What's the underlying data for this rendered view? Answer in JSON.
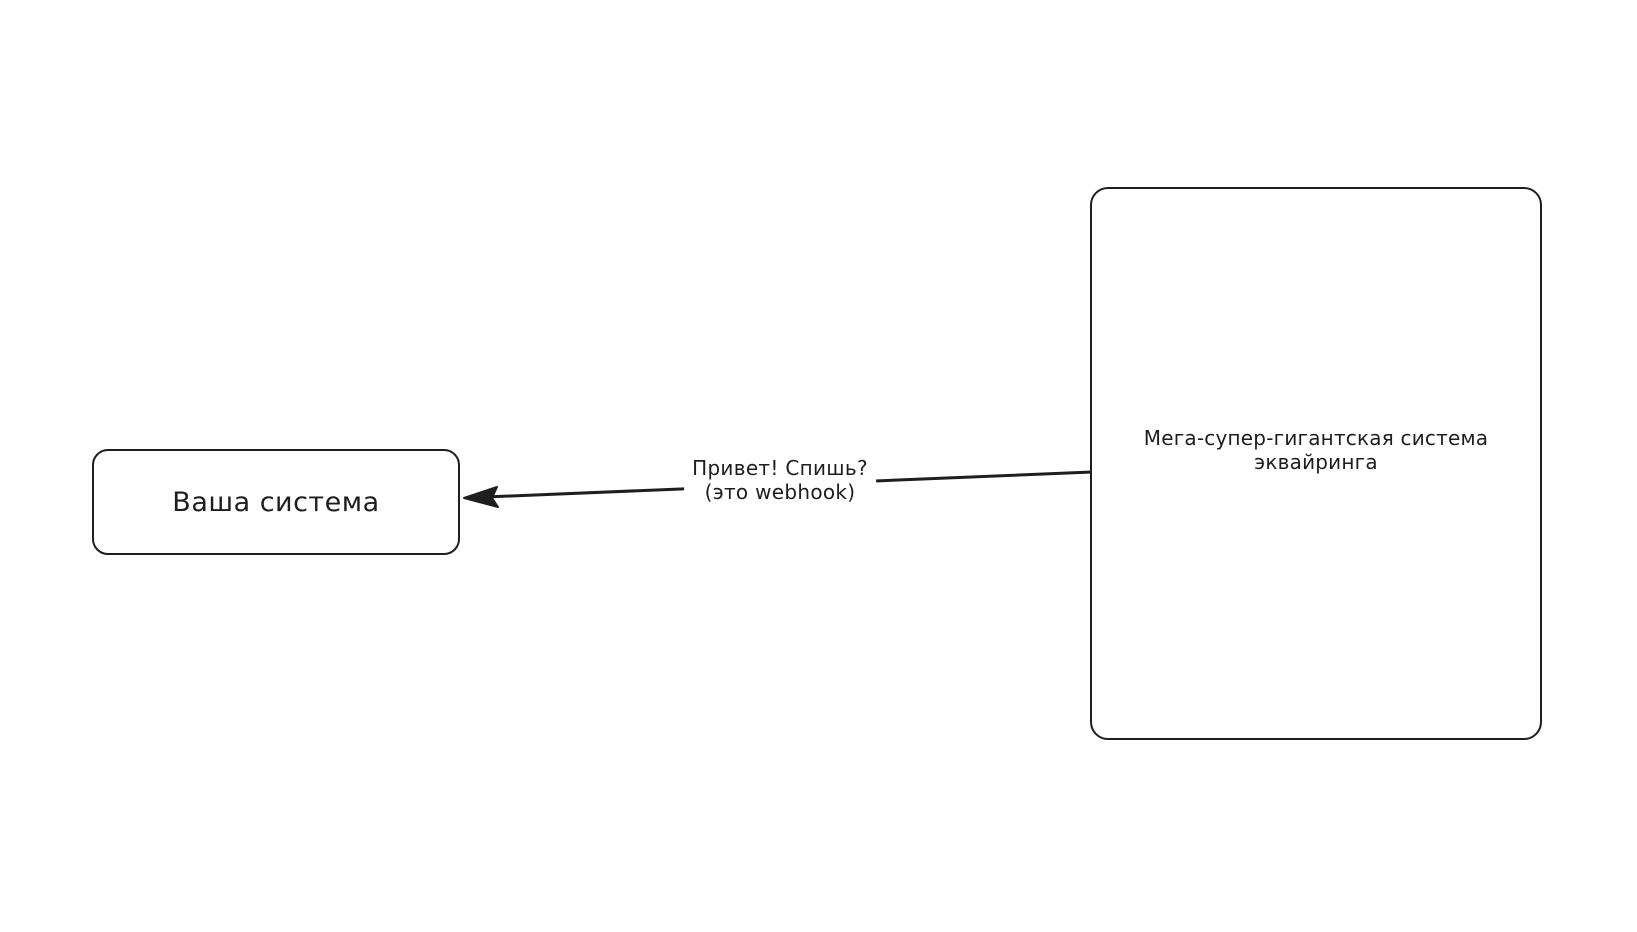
{
  "canvas": {
    "background": "#ffffff",
    "stroke_color": "#1e1e1e"
  },
  "diagram": {
    "type": "whiteboard-sketch",
    "nodes": [
      {
        "id": "your-system",
        "label": "Ваша система"
      },
      {
        "id": "acquiring-system",
        "label": "Мега-супер-гигантская система эквайринга"
      }
    ],
    "arrow": {
      "from": "acquiring-system",
      "to": "your-system",
      "direction": "right-to-left",
      "label_line1": "Привет! Спишь?",
      "label_line2": "(это webhook)"
    }
  }
}
